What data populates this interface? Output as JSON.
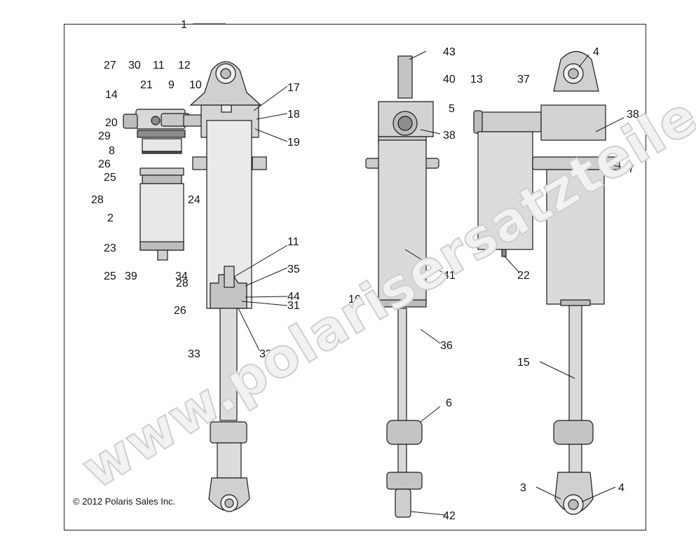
{
  "copyright": "© 2012 Polaris Sales Inc.",
  "watermark": "www.polarisersatzteile.de",
  "colors": {
    "body": "#d9d9d9",
    "body_dark": "#8c8c8c",
    "line": "#1a1a1a",
    "watermark": "#cfcfcf"
  },
  "callouts": [
    "1",
    "2",
    "3",
    "4",
    "4",
    "5",
    "6",
    "7",
    "8",
    "9",
    "10",
    "11",
    "11",
    "12",
    "13",
    "14",
    "15",
    "16",
    "17",
    "18",
    "19",
    "20",
    "21",
    "22",
    "23",
    "24",
    "25",
    "25",
    "26",
    "26",
    "27",
    "28",
    "28",
    "29",
    "30",
    "31",
    "32",
    "33",
    "34",
    "35",
    "36",
    "37",
    "38",
    "38",
    "39",
    "40",
    "41",
    "42",
    "43",
    "44"
  ]
}
